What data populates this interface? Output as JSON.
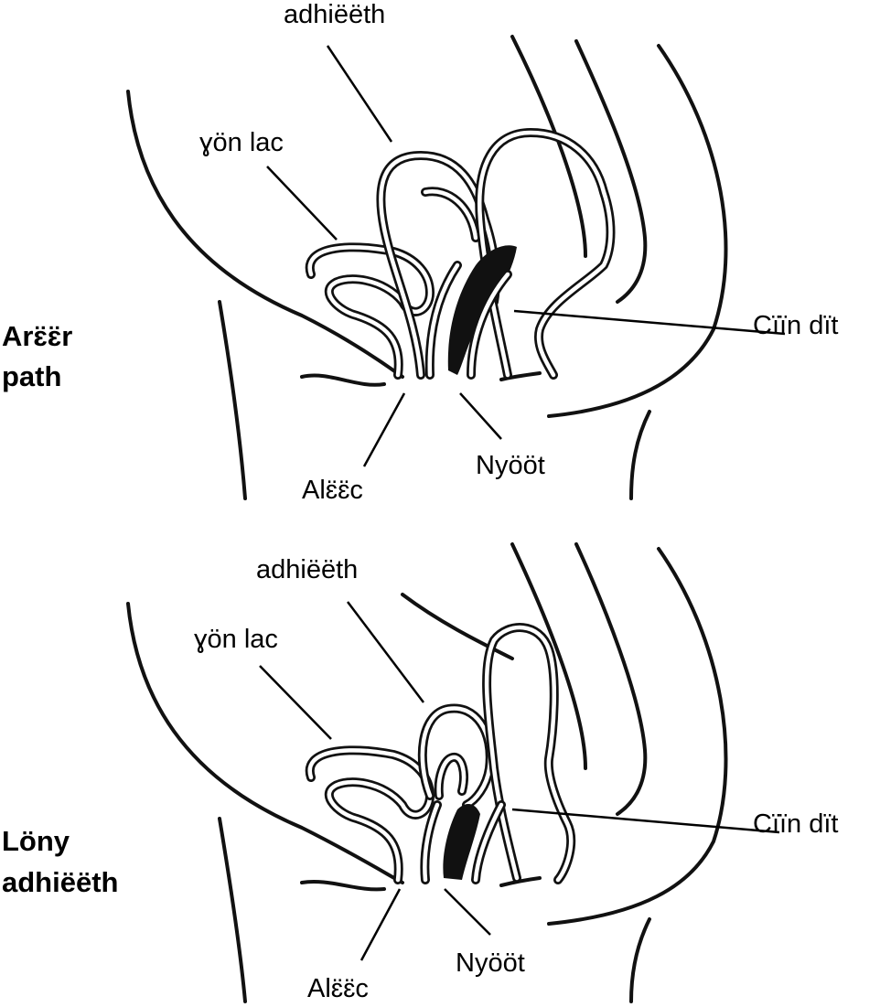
{
  "panels": [
    {
      "side_label_line1": "Arɛ̈ɛ̈r",
      "side_label_line2": "path",
      "labels": {
        "uterus": "adhiëëth",
        "bladder": "ɣön lac",
        "rectum": "Cïïn dït",
        "urethra": "Alɛ̈ɛ̈c",
        "vagina": "Nyööt"
      }
    },
    {
      "side_label_line1": "Löny",
      "side_label_line2": "adhiëëth",
      "labels": {
        "uterus": "adhiëëth",
        "bladder": "ɣön lac",
        "rectum": "Cïïn dït",
        "urethra": "Alɛ̈ɛ̈c",
        "vagina": "Nyööt"
      }
    }
  ]
}
